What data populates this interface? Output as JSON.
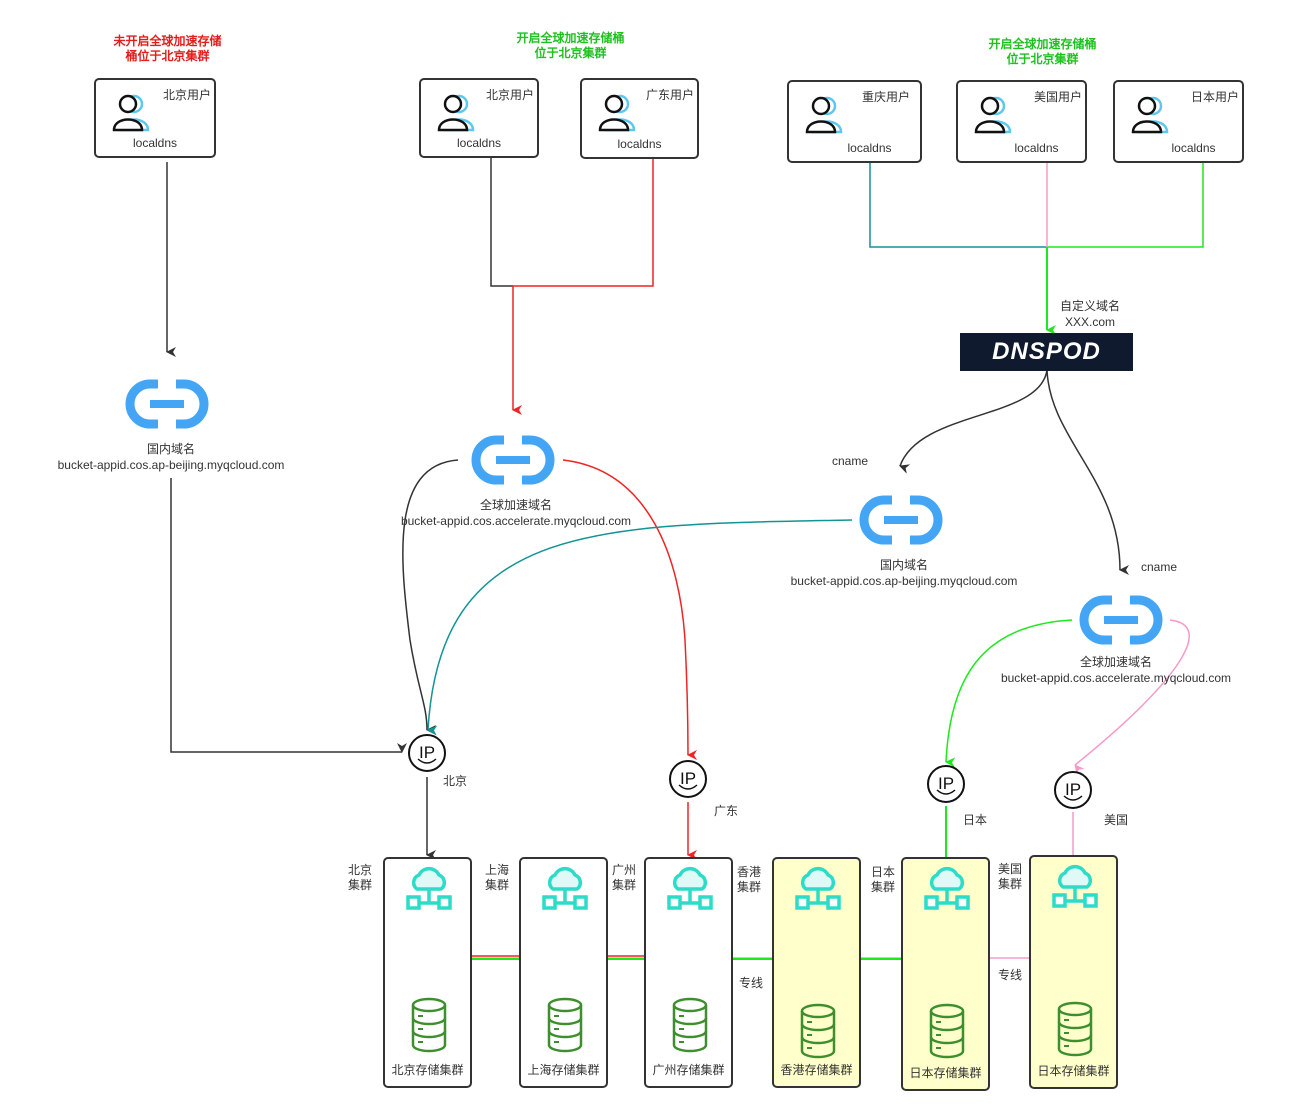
{
  "titles": {
    "left": [
      "未开启全球加速存储",
      "桶位于北京集群"
    ],
    "middle": [
      "开启全球加速存储桶",
      "位于北京集群"
    ],
    "right": [
      "开启全球加速存储桶",
      "位于北京集群"
    ]
  },
  "users": [
    {
      "name": "北京用户",
      "dns": "localdns"
    },
    {
      "name": "北京用户",
      "dns": "localdns"
    },
    {
      "name": "广东用户",
      "dns": "localdns"
    },
    {
      "name": "重庆用户",
      "dns": "localdns"
    },
    {
      "name": "美国用户",
      "dns": "localdns"
    },
    {
      "name": "日本用户",
      "dns": "localdns"
    }
  ],
  "domains": [
    {
      "type": "国内域名",
      "host": "bucket-appid.cos.ap-beijing.myqcloud.com"
    },
    {
      "type": "全球加速域名",
      "host": "bucket-appid.cos.accelerate.myqcloud.com"
    },
    {
      "type": "国内域名",
      "host": "bucket-appid.cos.ap-beijing.myqcloud.com"
    },
    {
      "type": "全球加速域名",
      "host": "bucket-appid.cos.accelerate.myqcloud.com"
    }
  ],
  "dnspod": {
    "logo": "DNSPOD",
    "custom_domain_label": "自定义域名",
    "custom_domain": "XXX.com"
  },
  "cname_labels": [
    "cname",
    "cname"
  ],
  "ips": [
    {
      "glyph": "IP",
      "region": "北京"
    },
    {
      "glyph": "IP",
      "region": "广东"
    },
    {
      "glyph": "IP",
      "region": "日本"
    },
    {
      "glyph": "IP",
      "region": "美国"
    }
  ],
  "clusters": [
    {
      "name": [
        "北京",
        "集群"
      ],
      "storage": "北京存储集群",
      "highlight": false
    },
    {
      "name": [
        "上海",
        "集群"
      ],
      "storage": "上海存储集群",
      "highlight": false
    },
    {
      "name": [
        "广州",
        "集群"
      ],
      "storage": "广州存储集群",
      "highlight": false
    },
    {
      "name": [
        "香港",
        "集群"
      ],
      "storage": "香港存储集群",
      "highlight": true
    },
    {
      "name": [
        "日本",
        "集群"
      ],
      "storage": "日本存储集群",
      "highlight": true
    },
    {
      "name": [
        "美国",
        "集群"
      ],
      "storage": "日本存储集群",
      "highlight": true
    }
  ],
  "leased_line_labels": [
    "专线",
    "专线"
  ],
  "colors": {
    "black": "#333333",
    "red": "#f02424",
    "teal": "#139494",
    "green": "#1ee81e",
    "pink": "#f59ac8",
    "link_icon": "#45a5f5",
    "cloud_icon": "#2ddcc8",
    "db_icon": "#3d8f2e",
    "highlight_bg": "#ffffcc"
  }
}
